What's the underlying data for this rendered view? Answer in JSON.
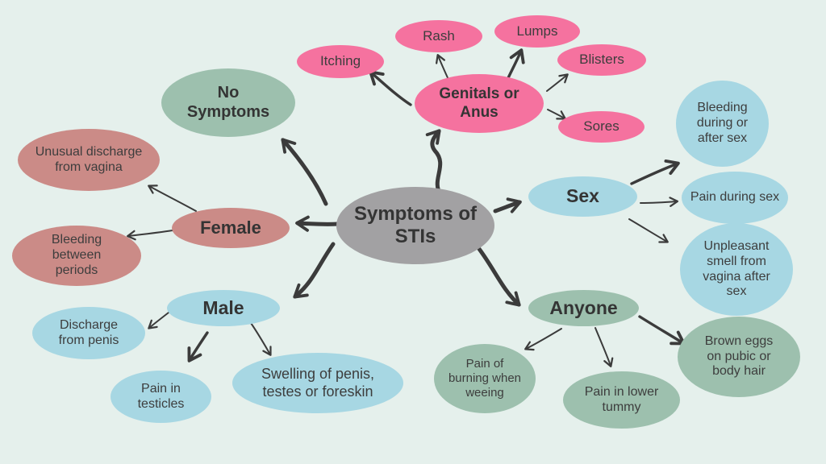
{
  "diagram": {
    "type": "mindmap",
    "root": {
      "label": "Symptoms of STIs"
    },
    "branches": [
      {
        "label": "No Symptoms",
        "color": "green",
        "children": []
      },
      {
        "label": "Genitals or Anus",
        "color": "pink",
        "children": [
          {
            "label": "Itching"
          },
          {
            "label": "Rash"
          },
          {
            "label": "Lumps"
          },
          {
            "label": "Blisters"
          },
          {
            "label": "Sores"
          }
        ]
      },
      {
        "label": "Female",
        "color": "rose",
        "children": [
          {
            "label": "Unusual discharge from vagina"
          },
          {
            "label": "Bleeding between periods"
          }
        ]
      },
      {
        "label": "Sex",
        "color": "blue",
        "children": [
          {
            "label": "Bleeding during or after sex"
          },
          {
            "label": "Pain during sex"
          },
          {
            "label": "Unpleasant smell from vagina after sex"
          }
        ]
      },
      {
        "label": "Male",
        "color": "blue",
        "children": [
          {
            "label": "Discharge from penis"
          },
          {
            "label": "Pain in testicles"
          },
          {
            "label": "Swelling of penis, testes or foreskin"
          }
        ]
      },
      {
        "label": "Anyone",
        "color": "green",
        "children": [
          {
            "label": "Pain of burning when weeing"
          },
          {
            "label": "Pain in lower tummy"
          },
          {
            "label": "Brown eggs on pubic or body hair"
          }
        ]
      }
    ],
    "colors": {
      "background": "#e5f0ec",
      "root_fill": "#a2a1a3",
      "pink": "#f5729f",
      "rose": "#cb8b87",
      "green": "#9dc0ae",
      "blue": "#a7d7e3",
      "text": "#3d3d3d",
      "arrow": "#3b3b3b"
    }
  }
}
